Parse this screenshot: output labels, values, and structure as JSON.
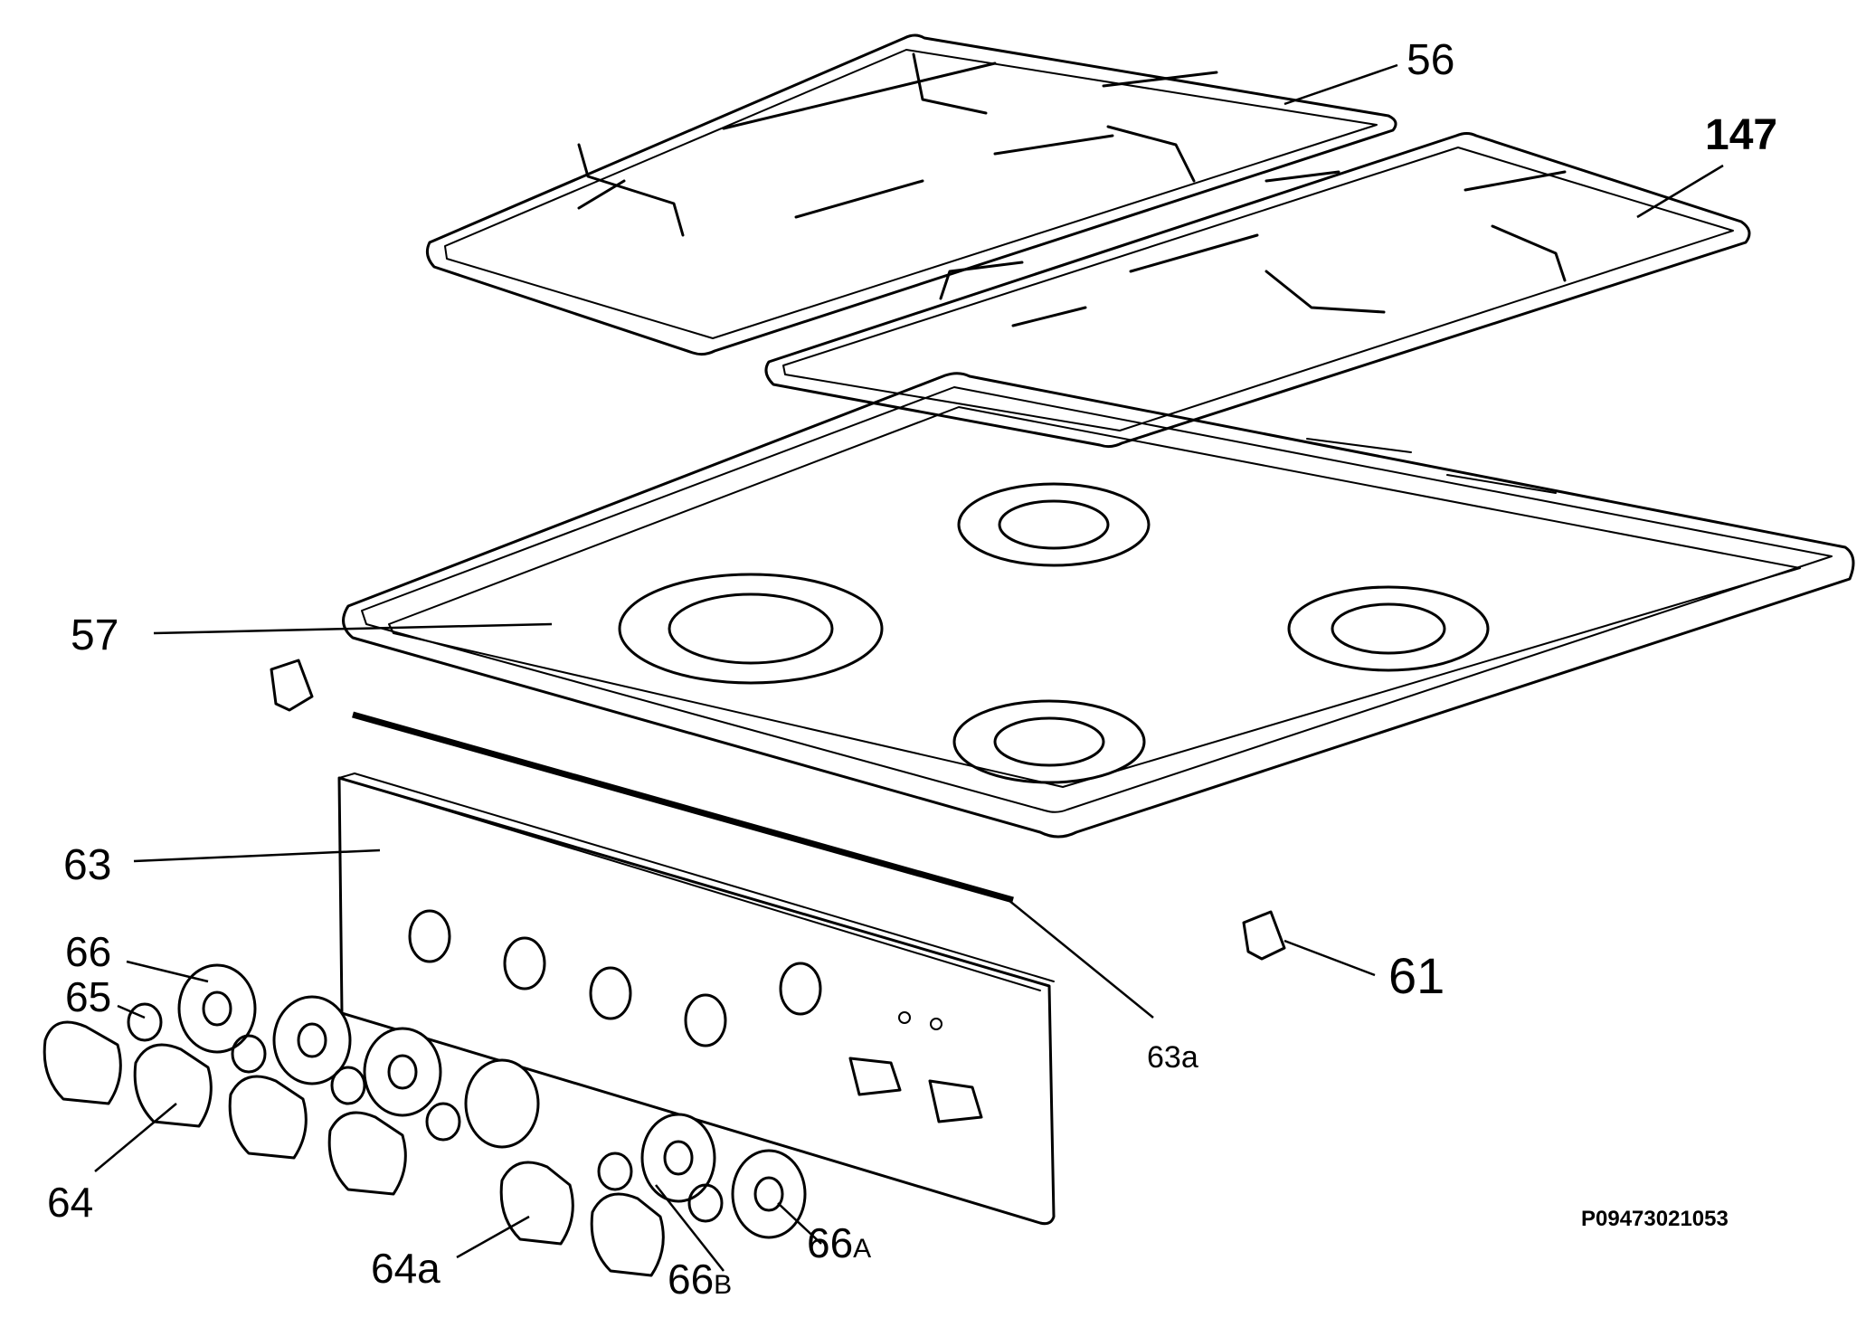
{
  "diagram": {
    "drawing_code": "P09473021053",
    "callouts": [
      {
        "id": "56",
        "text": "56"
      },
      {
        "id": "147",
        "text": "147"
      },
      {
        "id": "57",
        "text": "57"
      },
      {
        "id": "63",
        "text": "63"
      },
      {
        "id": "63a",
        "text": "63a"
      },
      {
        "id": "61",
        "text": "61"
      },
      {
        "id": "66",
        "text": "66"
      },
      {
        "id": "65",
        "text": "65"
      },
      {
        "id": "64",
        "text": "64"
      },
      {
        "id": "64a",
        "text": "64a"
      },
      {
        "id": "66B",
        "text": "66",
        "sub": "B"
      },
      {
        "id": "66A",
        "text": "66",
        "sub": "A"
      }
    ]
  }
}
